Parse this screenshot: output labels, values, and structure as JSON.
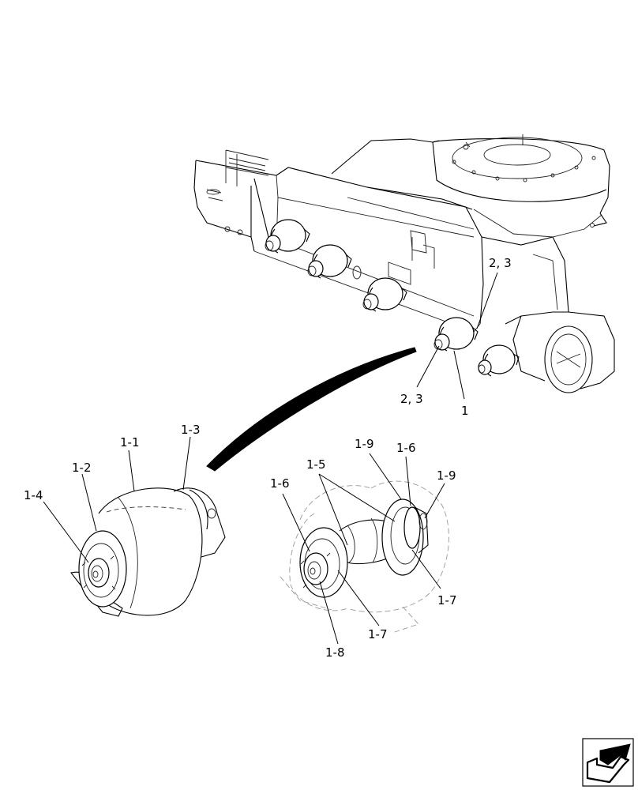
{
  "callouts": {
    "c_2_3_top": "2, 3",
    "c_2_3_bottom": "2, 3",
    "c_1": "1",
    "c_1_1": "1-1",
    "c_1_2": "1-2",
    "c_1_3": "1-3",
    "c_1_4": "1-4",
    "c_1_5": "1-5",
    "c_1_6_left": "1-6",
    "c_1_6_right": "1-6",
    "c_1_7_right": "1-7",
    "c_1_7_bottom": "1-7",
    "c_1_8": "1-8",
    "c_1_9_left": "1-9",
    "c_1_9_right": "1-9"
  },
  "icons": {
    "nav": "next-page-arrow-icon"
  },
  "colors": {
    "line": "#000000",
    "background": "#ffffff"
  }
}
